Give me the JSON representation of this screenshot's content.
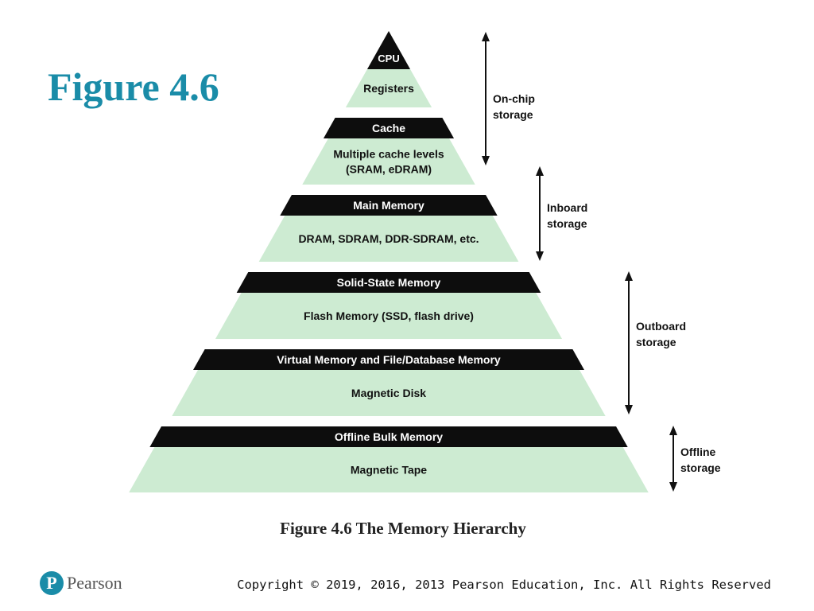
{
  "title": "Figure 4.6",
  "caption": "Figure 4.6  The Memory Hierarchy",
  "logo": {
    "word": "Pearson"
  },
  "copyright": "Copyright © 2019, 2016, 2013 Pearson Education, Inc. All Rights Reserved",
  "colors": {
    "accent": "#1a8ca8",
    "header_band": "#0d0d0d",
    "tier_fill": "#cdebd2",
    "arrow": "#111111"
  },
  "pyramid": {
    "tiers": [
      {
        "header": "CPU",
        "body": [
          "Registers"
        ]
      },
      {
        "header": "Cache",
        "body": [
          "Multiple cache levels",
          "(SRAM, eDRAM)"
        ]
      },
      {
        "header": "Main Memory",
        "body": [
          "DRAM, SDRAM, DDR-SDRAM, etc."
        ]
      },
      {
        "header": "Solid-State Memory",
        "body": [
          "Flash Memory (SSD, flash drive)"
        ]
      },
      {
        "header": "Virtual Memory and File/Database Memory",
        "body": [
          "Magnetic Disk"
        ]
      },
      {
        "header": "Offline Bulk Memory",
        "body": [
          "Magnetic Tape"
        ]
      }
    ]
  },
  "storage_groups": [
    {
      "label": [
        "On-chip",
        "storage"
      ]
    },
    {
      "label": [
        "Inboard",
        "storage"
      ]
    },
    {
      "label": [
        "Outboard",
        "storage"
      ]
    },
    {
      "label": [
        "Offline",
        "storage"
      ]
    }
  ]
}
